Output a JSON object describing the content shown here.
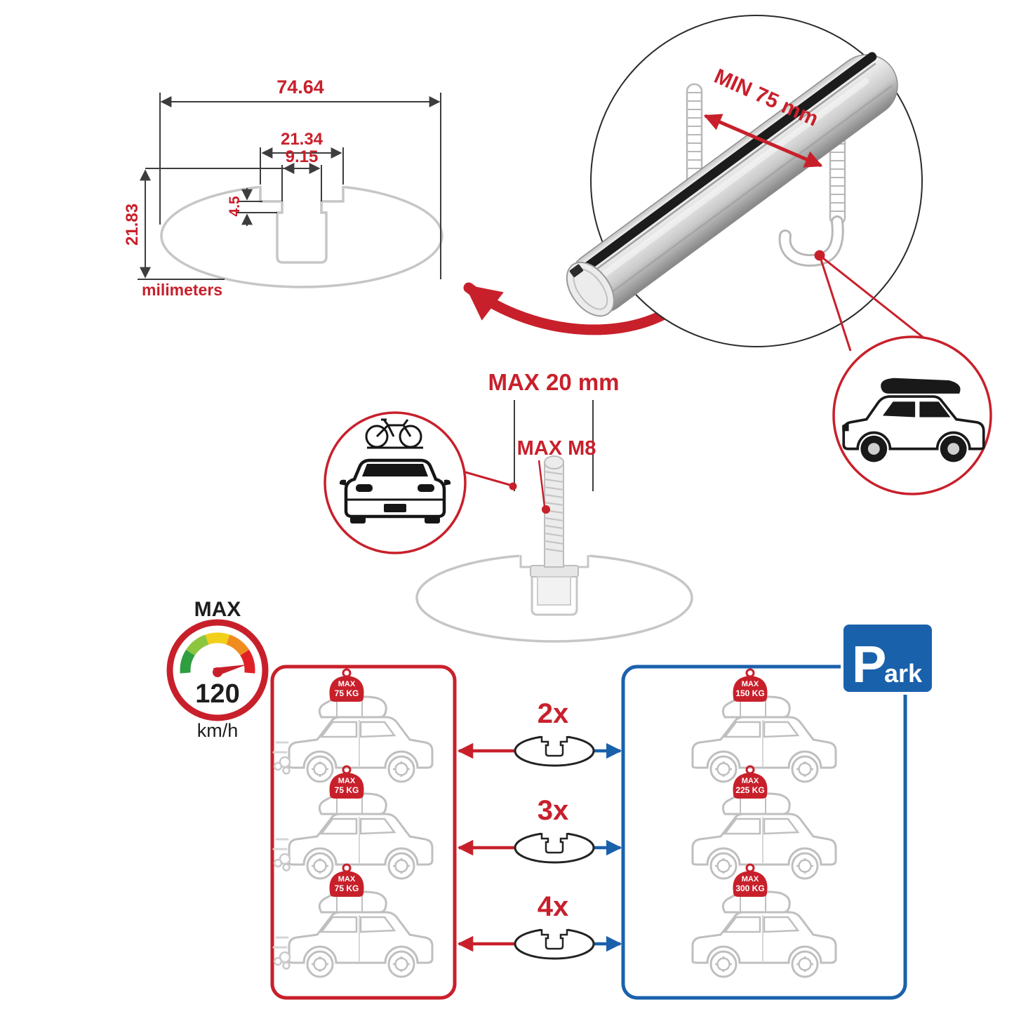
{
  "colors": {
    "accent_red": "#c8202b",
    "accent_blue": "#1a61ac",
    "drawing_gray": "#c6c6c6",
    "line_dark": "#1d1d1d"
  },
  "profile_diagram": {
    "total_width": "74.64",
    "channel_width": "21.34",
    "slot_width": "9.15",
    "slot_depth": "4.5",
    "total_height": "21.83",
    "unit_label": "milimeters"
  },
  "bar_detail": {
    "clamp_clearance_note": "MIN 75 mm"
  },
  "bolt_detail": {
    "bolt_length_note": "MAX 20 mm",
    "bolt_thread_note": "MAX M8"
  },
  "speed_gauge": {
    "top_label": "MAX",
    "value": "120",
    "unit": "km/h"
  },
  "comparison": {
    "bar_counts": [
      "2x",
      "3x",
      "4x"
    ],
    "max_word": "MAX",
    "left_loads": [
      "75 KG",
      "75 KG",
      "75 KG"
    ],
    "right_loads": [
      "150 KG",
      "225 KG",
      "300 KG"
    ]
  },
  "park_sign": {
    "letter": "P",
    "suffix": "ark"
  }
}
